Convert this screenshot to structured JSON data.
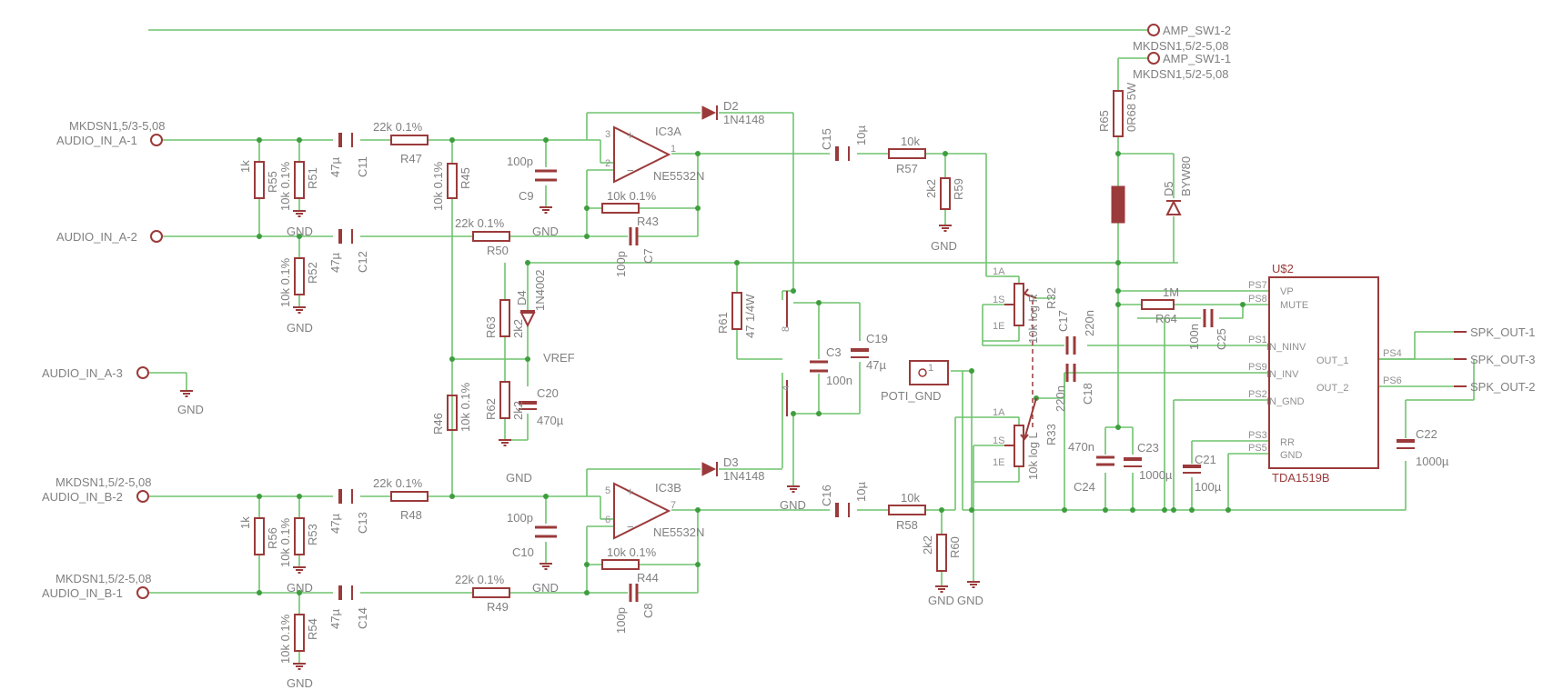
{
  "connectors": {
    "amp_sw1_2": "AMP_SW1-2",
    "amp_sw1_1": "AMP_SW1-1",
    "mkdsn_2_a": "MKDSN1,5/2-5,08",
    "mkdsn_2_b": "MKDSN1,5/2-5,08",
    "mkdsn_3": "MKDSN1,5/3-5,08",
    "mkdsn_b2": "MKDSN1,5/2-5,08",
    "mkdsn_b1": "MKDSN1,5/2-5,08",
    "audio_in_a1": "AUDIO_IN_A-1",
    "audio_in_a2": "AUDIO_IN_A-2",
    "audio_in_a3": "AUDIO_IN_A-3",
    "audio_in_b2": "AUDIO_IN_B-2",
    "audio_in_b1": "AUDIO_IN_B-1",
    "spk_out_1": "SPK_OUT-1",
    "spk_out_3": "SPK_OUT-3",
    "spk_out_2": "SPK_OUT-2",
    "poti_gnd": "POTI_GND",
    "poti_pin": "1"
  },
  "gnd": "GND",
  "vref": "VREF",
  "resistors": {
    "r55": "R55",
    "r55v": "1k",
    "r51": "R51",
    "r51v": "10k 0.1%",
    "r52": "R52",
    "r52v": "10k 0.1%",
    "r47": "R47",
    "r47v": "22k 0.1%",
    "r45": "R45",
    "r45v": "10k 0.1%",
    "r50": "R50",
    "r50v": "22k 0.1%",
    "r43": "R43",
    "r43v": "10k 0.1%",
    "r57": "R57",
    "r57v": "10k",
    "r59": "R59",
    "r59v": "2k2",
    "r63": "R63",
    "r63v": "2k2",
    "r62": "R62",
    "r62v": "2k2",
    "r61": "R61",
    "r61v": "47 1/4W",
    "r46": "R46",
    "r46v": "10k 0.1%",
    "r56": "R56",
    "r56v": "1k",
    "r53": "R53",
    "r53v": "10k 0.1%",
    "r54": "R54",
    "r54v": "10k 0.1%",
    "r48": "R48",
    "r48v": "22k 0.1%",
    "r49": "R49",
    "r49v": "22k 0.1%",
    "r44": "R44",
    "r44v": "10k 0.1%",
    "r58": "R58",
    "r58v": "10k",
    "r60": "R60",
    "r60v": "2k2",
    "r65": "R65",
    "r65v": "0R68 5W",
    "r64": "R64",
    "r64v": "1M",
    "r32": "R32",
    "r32v": "10k log R",
    "r33": "R33",
    "r33v": "10k log L"
  },
  "capacitors": {
    "c11": "C11",
    "c11v": "47µ",
    "c12": "C12",
    "c12v": "47µ",
    "c9": "C9",
    "c9v": "100p",
    "c7": "C7",
    "c7v": "100p",
    "c15": "C15",
    "c15v": "10µ",
    "c3": "C3",
    "c3v": "100n",
    "c19": "C19",
    "c19v": "47µ",
    "c20": "C20",
    "c20v": "470µ",
    "c13": "C13",
    "c13v": "47µ",
    "c14": "C14",
    "c14v": "47µ",
    "c10": "C10",
    "c10v": "100p",
    "c8": "C8",
    "c8v": "100p",
    "c16": "C16",
    "c16v": "10µ",
    "c17": "C17",
    "c17v": "220n",
    "c18": "C18",
    "c18v": "220n",
    "c25": "C25",
    "c25v": "100n",
    "c24": "C24",
    "c24v": "470n",
    "c23": "C23",
    "c23v": "1000µ",
    "c21": "C21",
    "c21v": "100µ",
    "c22": "C22",
    "c22v": "1000µ"
  },
  "diodes": {
    "d2": "D2",
    "d2v": "1N4148",
    "d3": "D3",
    "d3v": "1N4148",
    "d4": "D4",
    "d4v": "1N4002",
    "d5": "D5",
    "d5v": "BYW80"
  },
  "opamps": {
    "ic3a": "IC3A",
    "ic3b": "IC3B",
    "part": "NE5532N",
    "pin3": "3",
    "pin2": "2",
    "pin1": "1",
    "pin5": "5",
    "pin6": "6",
    "pin7": "7",
    "pin8": "8",
    "pin4": "4"
  },
  "pot_pins": {
    "a": "1A",
    "s": "1S",
    "e": "1E"
  },
  "amp_ic": {
    "name": "U$2",
    "part": "TDA1519B",
    "pins": {
      "vp": "VP",
      "mute": "MUTE",
      "in_ninv": "IN_NINV",
      "in_inv": "IN_INV",
      "in_gnd": "IN_GND",
      "rr": "RR",
      "gnd": "GND",
      "out_1": "OUT_1",
      "out_2": "OUT_2",
      "ps7": "PS7",
      "ps8": "PS8",
      "ps1": "PS1",
      "ps9": "PS9",
      "ps2": "PS2",
      "ps3": "PS3",
      "ps5": "PS5",
      "ps4": "PS4",
      "ps6": "PS6"
    }
  },
  "colors": {
    "wire": "#6ec46e",
    "component": "#9b3a3a",
    "text": "#808080"
  }
}
